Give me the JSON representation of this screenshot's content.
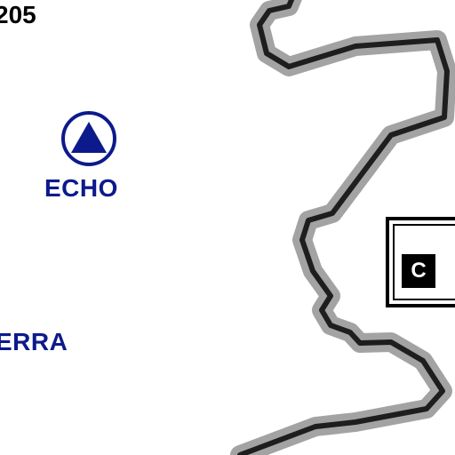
{
  "map": {
    "corner_label": "205",
    "waypoint": {
      "label": "ECHO",
      "icon": "circled-triangle-icon",
      "color": "#0d1a8c"
    },
    "second_waypoint_label": "ERRA",
    "zone": {
      "letter": "C"
    },
    "boundary": {
      "line_color": "#1e1e1e",
      "halo_color": "#9e9e9e"
    }
  }
}
